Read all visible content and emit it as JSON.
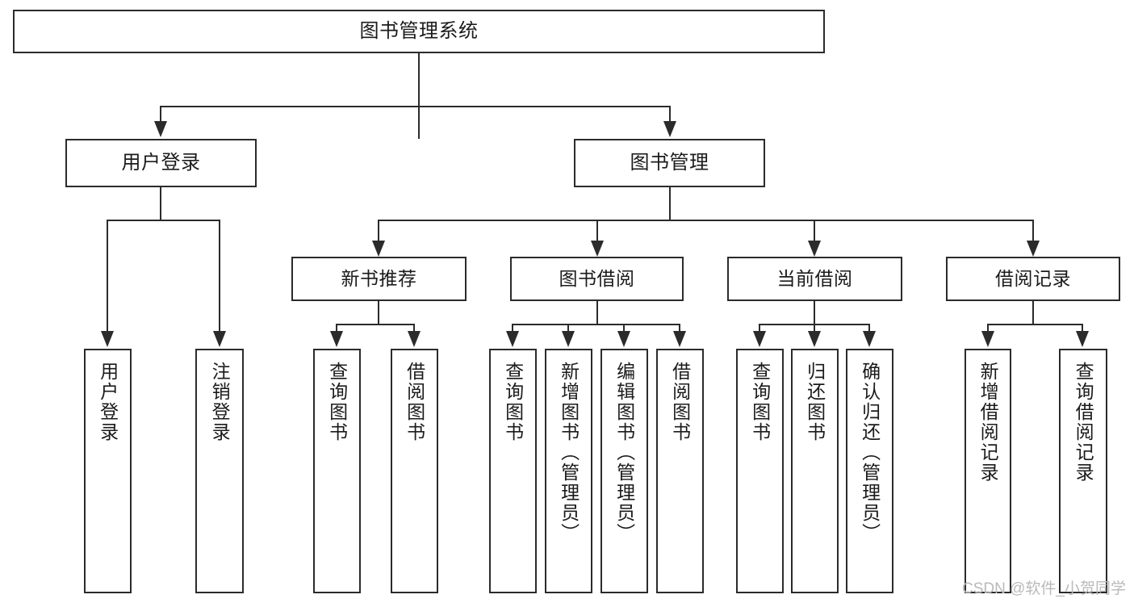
{
  "diagram": {
    "type": "tree",
    "title": "图书管理系统",
    "orientation": "top-down",
    "watermark": "CSDN @软件_小贺同学",
    "colors": {
      "stroke": "#2b2b2b",
      "fill": "#ffffff",
      "text": "#1b1b1b",
      "watermark": "#b9b9b9"
    },
    "levels": {
      "root": "图书管理系统",
      "level2": [
        "用户登录",
        "图书管理"
      ],
      "level3": [
        "新书推荐",
        "图书借阅",
        "当前借阅",
        "借阅记录"
      ],
      "level4": [
        "用户登录",
        "注销登录",
        "查询图书",
        "借阅图书",
        "查询图书",
        "新增图书（管理员）",
        "编辑图书（管理员）",
        "借阅图书",
        "查询图书",
        "归还图书",
        "确认归还（管理员）",
        "新增借阅记录",
        "查询借阅记录"
      ]
    },
    "nodes": {
      "root": {
        "label": "图书管理系统"
      },
      "user_login": {
        "label": "用户登录"
      },
      "book_manage": {
        "label": "图书管理"
      },
      "new_book_rec": {
        "label": "新书推荐"
      },
      "book_borrow": {
        "label": "图书借阅"
      },
      "current_borrow": {
        "label": "当前借阅"
      },
      "borrow_record": {
        "label": "借阅记录"
      },
      "leaf_user_login": {
        "label": "用户登录"
      },
      "leaf_user_logout": {
        "label": "注销登录"
      },
      "leaf_query_book_1": {
        "label": "查询图书"
      },
      "leaf_borrow_book_1": {
        "label": "借阅图书"
      },
      "leaf_query_book_2": {
        "label": "查询图书"
      },
      "leaf_add_book": {
        "label": "新增图书（管理员）"
      },
      "leaf_edit_book": {
        "label": "编辑图书（管理员）"
      },
      "leaf_borrow_book_2": {
        "label": "借阅图书"
      },
      "leaf_query_book_3": {
        "label": "查询图书"
      },
      "leaf_return_book": {
        "label": "归还图书"
      },
      "leaf_confirm_return": {
        "label": "确认归还（管理员）"
      },
      "leaf_add_record": {
        "label": "新增借阅记录"
      },
      "leaf_query_record": {
        "label": "查询借阅记录"
      }
    },
    "edges": [
      {
        "from": "root",
        "to": "user_login"
      },
      {
        "from": "root",
        "to": "book_manage"
      },
      {
        "from": "user_login",
        "to": "leaf_user_login"
      },
      {
        "from": "user_login",
        "to": "leaf_user_logout"
      },
      {
        "from": "book_manage",
        "to": "new_book_rec"
      },
      {
        "from": "book_manage",
        "to": "book_borrow"
      },
      {
        "from": "book_manage",
        "to": "current_borrow"
      },
      {
        "from": "book_manage",
        "to": "borrow_record"
      },
      {
        "from": "new_book_rec",
        "to": "leaf_query_book_1"
      },
      {
        "from": "new_book_rec",
        "to": "leaf_borrow_book_1"
      },
      {
        "from": "book_borrow",
        "to": "leaf_query_book_2"
      },
      {
        "from": "book_borrow",
        "to": "leaf_add_book"
      },
      {
        "from": "book_borrow",
        "to": "leaf_edit_book"
      },
      {
        "from": "book_borrow",
        "to": "leaf_borrow_book_2"
      },
      {
        "from": "current_borrow",
        "to": "leaf_query_book_3"
      },
      {
        "from": "current_borrow",
        "to": "leaf_return_book"
      },
      {
        "from": "current_borrow",
        "to": "leaf_confirm_return"
      },
      {
        "from": "borrow_record",
        "to": "leaf_add_record"
      },
      {
        "from": "borrow_record",
        "to": "leaf_query_record"
      }
    ]
  }
}
